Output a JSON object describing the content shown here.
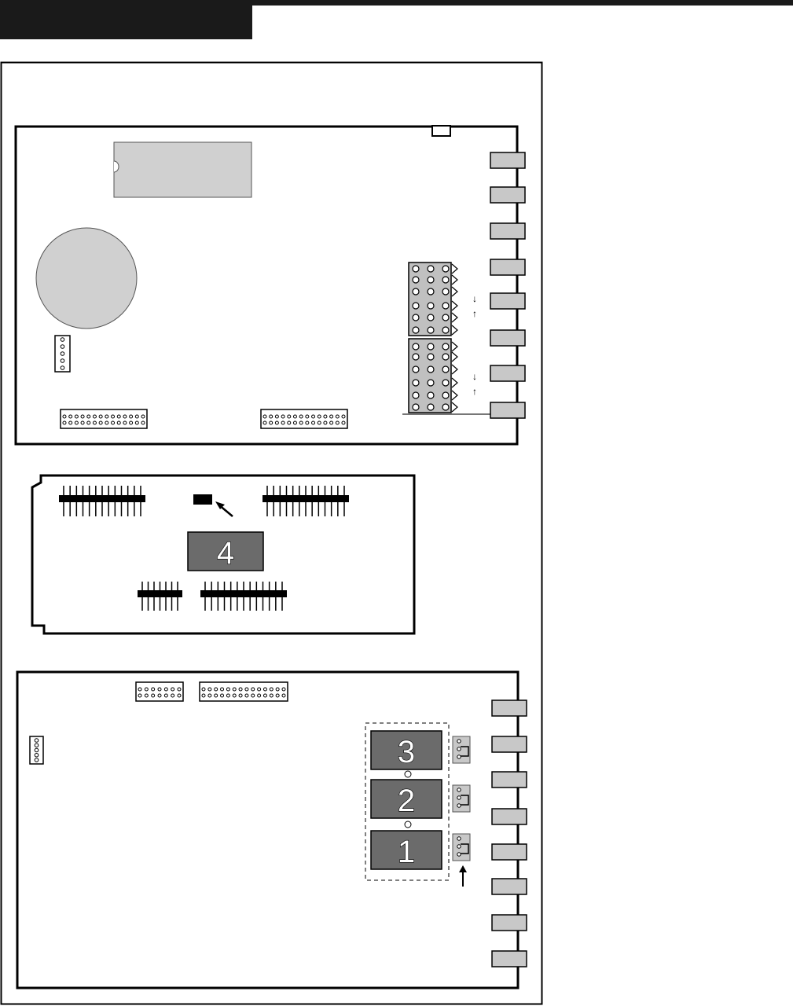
{
  "header": {
    "title": "",
    "bar_color": "#1a1a1a"
  },
  "colors": {
    "outline": "#000000",
    "port_fill": "#c8c8c8",
    "eprom_fill": "#d0d0d0",
    "battery_fill": "#d0d0d0",
    "chip_fill": "#6b6b6b",
    "chip_text": "#ffffff",
    "jumper_fill": "#c0c0c0"
  },
  "board_top": {
    "eprom": "eprom-chip",
    "battery": "battery",
    "ports_count": 8,
    "jumper_blocks": 2
  },
  "daughter_board": {
    "chip_label": "4"
  },
  "board_bottom": {
    "chips": [
      {
        "label": "3"
      },
      {
        "label": "2"
      },
      {
        "label": "1"
      }
    ],
    "ports_count": 8
  }
}
